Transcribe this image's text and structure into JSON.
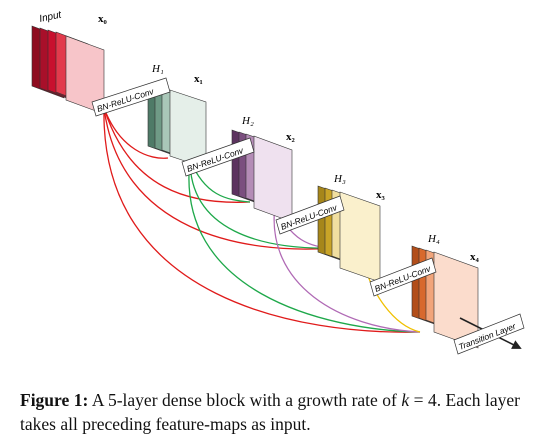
{
  "figure": {
    "input_label": "Input",
    "x0_label": "x₀",
    "layers": [
      {
        "h_label": "H₁",
        "x_label": "x₁",
        "conv_label": "BN-ReLU-Conv",
        "color": "#6f9a86"
      },
      {
        "h_label": "H₂",
        "x_label": "x₂",
        "conv_label": "BN-ReLU-Conv",
        "color": "#7b4f7f"
      },
      {
        "h_label": "H₃",
        "x_label": "x₃",
        "conv_label": "BN-ReLU-Conv",
        "color": "#c9a427"
      },
      {
        "h_label": "H₄",
        "x_label": "x₄",
        "conv_label": "BN-ReLU-Conv",
        "color": "#d8692d"
      }
    ],
    "transition_label": "Transition Layer",
    "colors": {
      "input": "#c8102e",
      "arrow_red": "#e01b1b",
      "arrow_green": "#1ea84a",
      "arrow_purple": "#b06ab5",
      "arrow_yellow": "#f0c000"
    }
  },
  "caption": {
    "label": "Figure 1:",
    "text_before_k": " A 5-layer dense block with a growth rate of ",
    "k": "k",
    "text_after_k": " = 4. Each layer takes all preceding feature-maps as input."
  }
}
